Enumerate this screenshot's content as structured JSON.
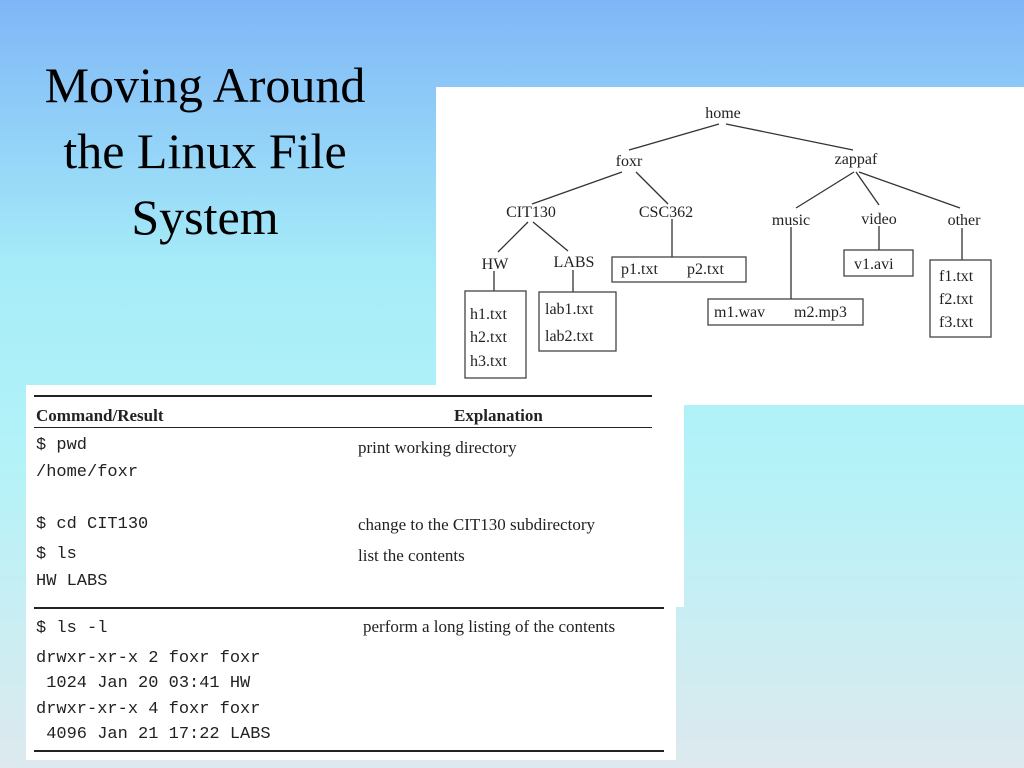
{
  "title": {
    "line1": "Moving Around",
    "line2": "the Linux File",
    "line3": "System"
  },
  "tree": {
    "home": "home",
    "foxr": "foxr",
    "zappaf": "zappaf",
    "cit130": "CIT130",
    "csc362": "CSC362",
    "music": "music",
    "video": "video",
    "other": "other",
    "hw": "HW",
    "labs": "LABS",
    "p1": "p1.txt",
    "p2": "p2.txt",
    "v1": "v1.avi",
    "m1": "m1.wav",
    "m2": "m2.mp3",
    "h1": "h1.txt",
    "h2": "h2.txt",
    "h3": "h3.txt",
    "lab1": "lab1.txt",
    "lab2": "lab2.txt",
    "f1": "f1.txt",
    "f2": "f2.txt",
    "f3": "f3.txt"
  },
  "table": {
    "header_command": "Command/Result",
    "header_explanation": "Explanation",
    "rows": [
      {
        "cmd": "$ pwd",
        "explanation": "print working directory"
      },
      {
        "cmd": "/home/foxr",
        "explanation": ""
      },
      {
        "cmd": "$ cd CIT130",
        "explanation": "change to the CIT130 subdirectory"
      },
      {
        "cmd": "$ ls",
        "explanation": "list the contents"
      },
      {
        "cmd": "HW LABS",
        "explanation": ""
      },
      {
        "cmd": "$ ls -l",
        "explanation": "perform a long listing of the contents"
      },
      {
        "cmd": "drwxr-xr-x 2 foxr foxr",
        "explanation": ""
      },
      {
        "cmd": " 1024 Jan 20 03:41 HW",
        "explanation": ""
      },
      {
        "cmd": "drwxr-xr-x 4 foxr foxr",
        "explanation": ""
      },
      {
        "cmd": " 4096 Jan 21 17:22 LABS",
        "explanation": ""
      }
    ]
  }
}
